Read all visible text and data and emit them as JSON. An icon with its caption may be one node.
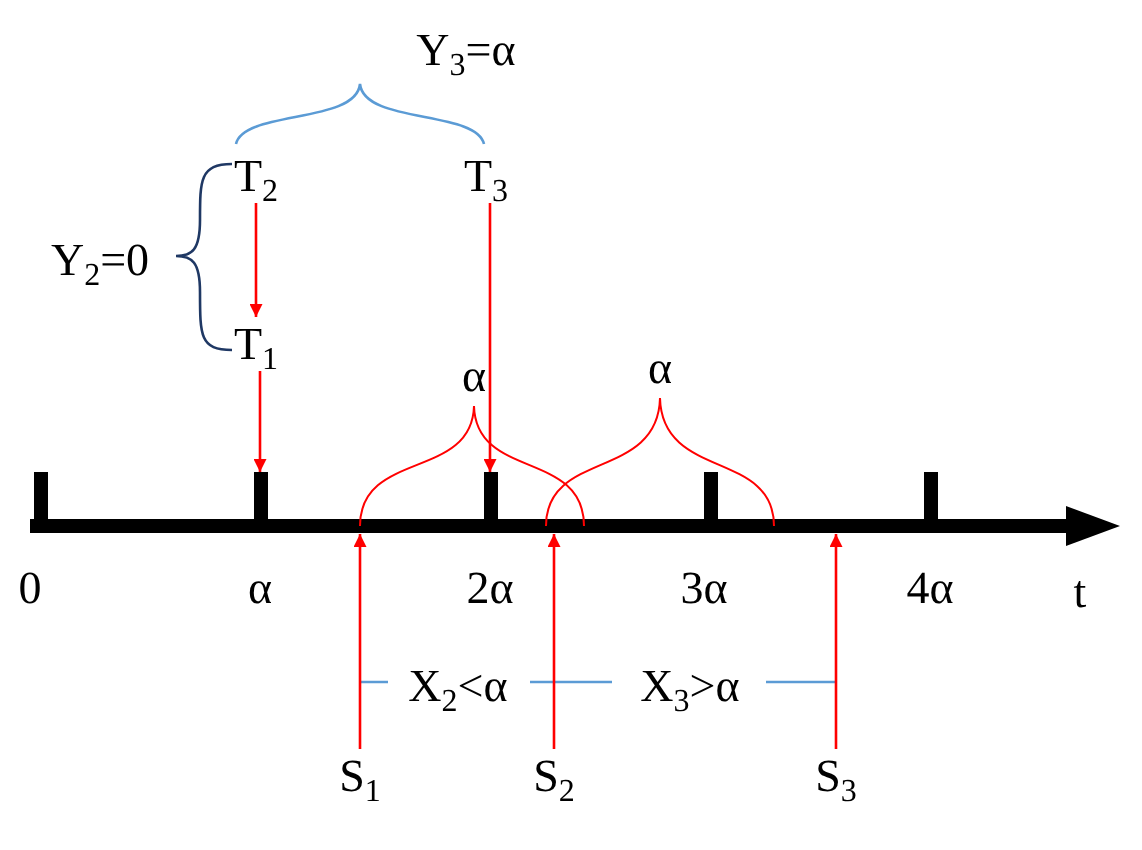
{
  "diagram": {
    "nodes": [
      {
        "text": [
          "T$_{2}$"
        ]
      },
      {
        "text": [
          "T$_{3}$"
        ]
      },
      {
        "text": [
          "T$_{1}$"
        ]
      },
      {
        "text": [
          "S$_{1}$"
        ]
      },
      {
        "text": [
          "S$_{2}$"
        ]
      },
      {
        "text": [
          "S$_{3}$"
        ]
      },
      {
        "text": [],
        "shape": "bar"
      }
    ],
    "edges": [
      {
        "from": 0,
        "to": 2,
        "arrow": "to"
      },
      {
        "from": 2,
        "to": 6,
        "arrow": "to"
      },
      {
        "from": 1,
        "to": 6,
        "arrow": "to"
      },
      {
        "from": 3,
        "to": 6,
        "arrow": "to"
      },
      {
        "from": 4,
        "to": 6,
        "arrow": "to"
      },
      {
        "from": 5,
        "to": 6,
        "arrow": "to"
      }
    ],
    "labels": [
      "Y$_{3}$=α",
      "Y$_{2}$=0",
      "α",
      "α",
      "0",
      "α",
      "2α",
      "3α",
      "4α",
      "t",
      "X$_{2}$<α",
      "X$_{3}$>α"
    ]
  }
}
